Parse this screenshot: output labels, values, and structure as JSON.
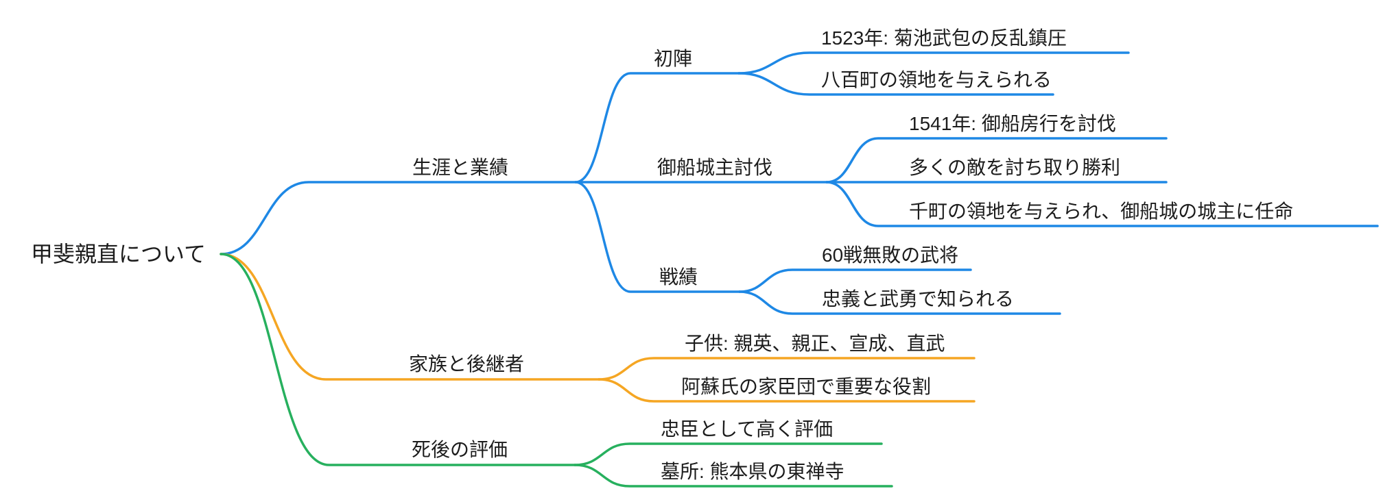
{
  "root": {
    "label": "甲斐親直について",
    "children": [
      {
        "label": "生涯と業績",
        "color": "#1E88E5",
        "children": [
          {
            "label": "初陣",
            "children": [
              {
                "label": "1523年: 菊池武包の反乱鎮圧"
              },
              {
                "label": "八百町の領地を与えられる"
              }
            ]
          },
          {
            "label": "御船城主討伐",
            "children": [
              {
                "label": "1541年: 御船房行を討伐"
              },
              {
                "label": "多くの敵を討ち取り勝利"
              },
              {
                "label": "千町の領地を与えられ、御船城の城主に任命"
              }
            ]
          },
          {
            "label": "戦績",
            "children": [
              {
                "label": "60戦無敗の武将"
              },
              {
                "label": "忠義と武勇で知られる"
              }
            ]
          }
        ]
      },
      {
        "label": "家族と後継者",
        "color": "#F5A623",
        "children": [
          {
            "label": "子供: 親英、親正、宣成、直武"
          },
          {
            "label": "阿蘇氏の家臣団で重要な役割"
          }
        ]
      },
      {
        "label": "死後の評価",
        "color": "#27B05E",
        "children": [
          {
            "label": "忠臣として高く評価"
          },
          {
            "label": "墓所: 熊本県の東禅寺"
          }
        ]
      }
    ]
  }
}
